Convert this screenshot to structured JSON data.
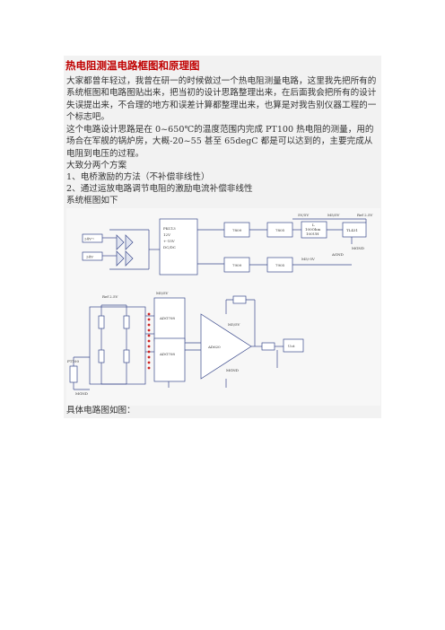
{
  "title": "热电阻测温电路框图和原理图",
  "paragraphs": [
    "大家都曾年轻过，我曾在研一的时候做过一个热电阻测量电路，这里我先把所有的系统框图和电路图贴出来，把当初的设计思路整理出来，在后面我会把所有的设计失误提出来，不合理的地方和误差计算都整理出来，也算是对我告别仪器工程的一个标志吧。",
    "这个电路设计思路是在 0~650℃的温度范围内完成 PT100 热电阻的测量，用的场合在军舰的锅炉房，大概-20~55 甚至 65degC 都是可以达到的，主要完成从电阻到电压的过程。"
  ],
  "lines": [
    "大致分两个方案",
    "1、电桥激励的方法（不补偿非线性）",
    "2、通过运放电路调节电阻的激励电流补偿非线性",
    "系统框图如下"
  ],
  "footer": "具体电路图如图：",
  "diagram_labels": {
    "v24a": "24V~",
    "v24b": "24V",
    "pcc": "PKC13",
    "pcc2": "12V",
    "pcc3": "+-15V",
    "pcc4": "DC/DC",
    "r7809": "7809",
    "r7805": "7805",
    "r7909": "7909",
    "r7905": "7905",
    "v5v": "5V/5V",
    "m5v": "M5/5V",
    "mv5v": "M5/-5V",
    "ref25": "Ref 2.5V",
    "tl431": "TL431",
    "mgnd": "MGND",
    "agnd": "AGND",
    "l1": "L",
    "l2": "100Ohm",
    "l3": "100UH",
    "ref25b": "Ref 2.5V",
    "m5v2": "M5/5V",
    "adg1": "ADG708",
    "adg2": "ADG708",
    "ad620": "AD620",
    "m5v3": "M5/5V",
    "mgnd2": "MGND",
    "pt100": "PT100",
    "mgnd3": "MGND",
    "uout": "Uot"
  }
}
